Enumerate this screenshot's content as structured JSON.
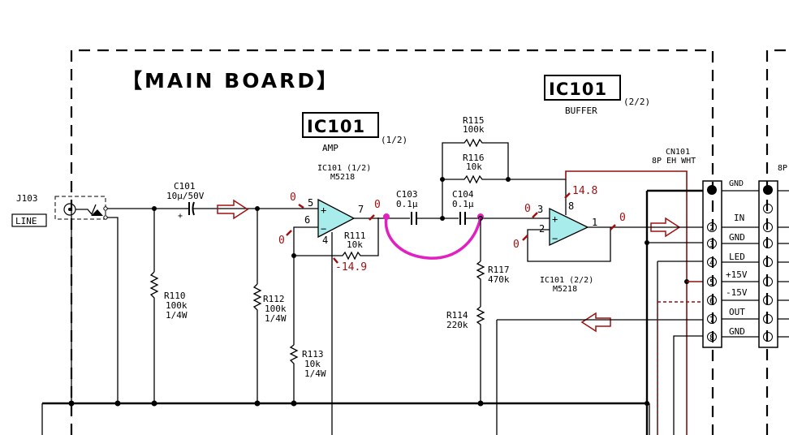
{
  "board_title": "【MAIN BOARD】",
  "ic101_amp": {
    "ref": "IC101",
    "fraction": "(1/2)",
    "role": "AMP",
    "part_ref": "IC101 (1/2)",
    "part": "M5218"
  },
  "ic101_buffer": {
    "ref": "IC101",
    "fraction": "(2/2)",
    "role": "BUFFER",
    "part_ref": "IC101 (2/2)",
    "part": "M5218"
  },
  "connector_j103": {
    "ref": "J103",
    "label": "LINE"
  },
  "cn101": {
    "ref": "CN101",
    "desc": "8P EH WHT",
    "pins": [
      {
        "num": "1",
        "label": "GND"
      },
      {
        "num": "2",
        "label": "IN"
      },
      {
        "num": "3",
        "label": "GND"
      },
      {
        "num": "4",
        "label": "LED"
      },
      {
        "num": "5",
        "label": "+15V"
      },
      {
        "num": "6",
        "label": "-15V"
      },
      {
        "num": "7",
        "label": "OUT"
      },
      {
        "num": "8",
        "label": "GND"
      }
    ]
  },
  "cn_right_partial": "8P",
  "components": {
    "c101": {
      "ref": "C101",
      "value": "10μ/50V"
    },
    "c103": {
      "ref": "C103",
      "value": "0.1μ"
    },
    "c104": {
      "ref": "C104",
      "value": "0.1μ"
    },
    "r110": {
      "ref": "R110",
      "value": "100k",
      "power": "1/4W"
    },
    "r111": {
      "ref": "R111",
      "value": "10k"
    },
    "r112": {
      "ref": "R112",
      "value": "100k",
      "power": "1/4W"
    },
    "r113": {
      "ref": "R113",
      "value": "10k",
      "power": "1/4W"
    },
    "r114": {
      "ref": "R114",
      "value": "220k"
    },
    "r115": {
      "ref": "R115",
      "value": "100k"
    },
    "r116": {
      "ref": "R116",
      "value": "10k"
    },
    "r117": {
      "ref": "R117",
      "value": "470k"
    }
  },
  "amp_pins": {
    "p5": "5",
    "p6": "6",
    "p7": "7",
    "p4": "4"
  },
  "buf_pins": {
    "p3": "3",
    "p2": "2",
    "p1": "1",
    "p8": "8"
  },
  "voltages": {
    "amp_in5": "0",
    "amp_in6": "0",
    "amp_out7": "0",
    "amp_v4": "-14.9",
    "buf_in3": "0",
    "buf_in2": "0",
    "buf_out1": "0",
    "buf_v8": "14.8"
  },
  "colors": {
    "wire": "#000000",
    "opamp_fill": "#a8ecec",
    "voltage": "#a01010",
    "signal_arrow": "#a01010",
    "highlight": "#e020c0"
  }
}
